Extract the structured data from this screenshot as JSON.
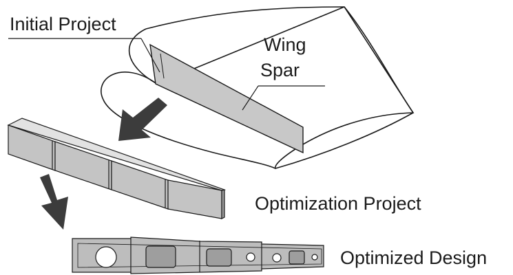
{
  "labels": {
    "initial_project": "Initial Project",
    "wing": "Wing",
    "spar": "Spar",
    "optimization_project": "Optimization Project",
    "optimized_design": "Optimized Design"
  },
  "colors": {
    "outline": "#1a1a1a",
    "spar_fill": "#c8c8c8",
    "beam_front": "#c4c4c4",
    "beam_top": "#e2e2e2",
    "beam_end": "#9a9a9a",
    "plate_fill": "#bdbdbd",
    "cutout_fill": "#9e9e9e",
    "arrow_fill": "#3c3c3c"
  },
  "icons": [
    "down-left-arrow-icon",
    "down-arrow-icon"
  ]
}
